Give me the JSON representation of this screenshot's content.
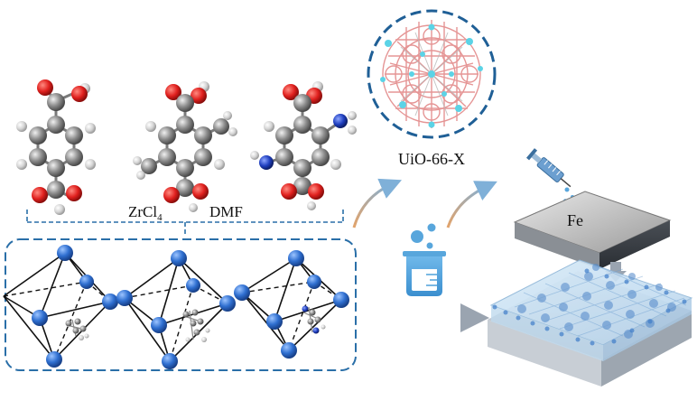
{
  "labels": {
    "reagent_metal": "ZrCl",
    "reagent_metal_subscript": "4",
    "reagent_solvent": "DMF",
    "mof_name": "UiO-66-X",
    "substrate": "Fe"
  },
  "colors": {
    "oxygen": "#e0201e",
    "carbon": "#8a8a8a",
    "hydrogen": "#d8d8d8",
    "nitrogen": "#1f3fbf",
    "zr_node": "#2f6fd0",
    "dashed_frame": "#2a6fa8",
    "arrow": "#b4bcc6",
    "beaker": "#58a6dc",
    "plate_dark": "#3a3f46"
  },
  "icons": [
    "beaker-icon",
    "syringe-icon",
    "reaction-arrow-icon"
  ]
}
